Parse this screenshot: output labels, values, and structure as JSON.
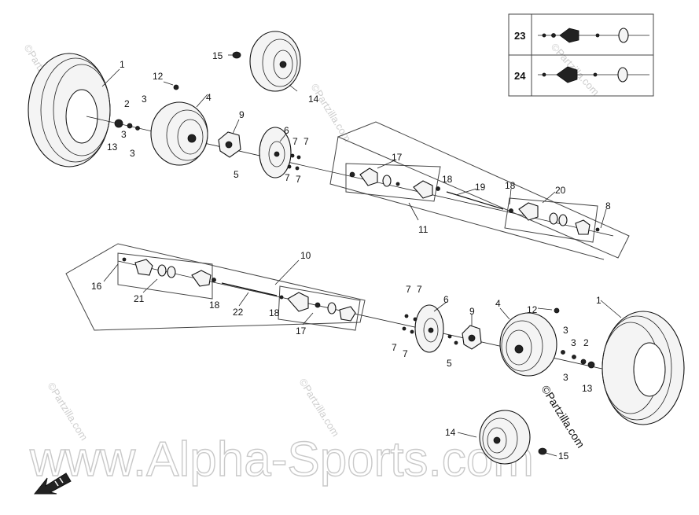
{
  "watermark": {
    "site": "www.Alpha-Sports.com",
    "partzilla": "©Partzilla.com"
  },
  "copyright": "©Partzilla.com",
  "legend": {
    "rows": [
      {
        "number": "23"
      },
      {
        "number": "24"
      }
    ]
  },
  "callouts": {
    "c1_top": "1",
    "c2_top": "2",
    "c3_top_a": "3",
    "c3_top_b": "3",
    "c3_top_c": "3",
    "c4_top": "4",
    "c5_top": "5",
    "c6_top": "6",
    "c7_top_a": "7",
    "c7_top_b": "7",
    "c7_top_c": "7",
    "c7_top_d": "7",
    "c8_top": "8",
    "c9_top": "9",
    "c11_top": "11",
    "c12_top": "12",
    "c13_top": "13",
    "c14_top": "14",
    "c15_top": "15",
    "c17_top": "17",
    "c18_top_a": "18",
    "c18_top_b": "18",
    "c19_top": "19",
    "c20_top": "20",
    "c10_bot": "10",
    "c16_bot": "16",
    "c21_bot": "21",
    "c18_bot_a": "18",
    "c18_bot_b": "18",
    "c22_bot": "22",
    "c17_bot": "17",
    "c7_bot_a": "7",
    "c7_bot_b": "7",
    "c7_bot_c": "7",
    "c7_bot_d": "7",
    "c6_bot": "6",
    "c9_bot": "9",
    "c5_bot": "5",
    "c4_bot": "4",
    "c12_bot": "12",
    "c3_bot_a": "3",
    "c3_bot_b": "3",
    "c3_bot_c": "3",
    "c2_bot": "2",
    "c1_bot": "1",
    "c13_bot": "13",
    "c14_bot": "14",
    "c15_bot": "15"
  }
}
